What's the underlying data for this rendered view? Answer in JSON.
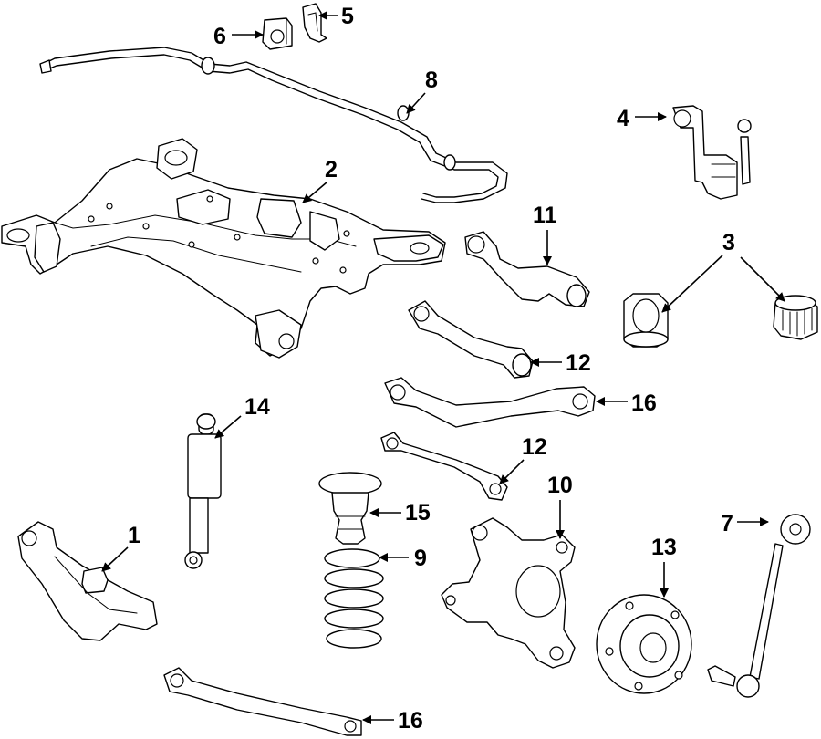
{
  "callouts": {
    "c1": "1",
    "c2": "2",
    "c3": "3",
    "c4": "4",
    "c5": "5",
    "c6": "6",
    "c7": "7",
    "c8": "8",
    "c9": "9",
    "c10": "10",
    "c11": "11",
    "c12a": "12",
    "c12b": "12",
    "c13": "13",
    "c14": "14",
    "c15": "15",
    "c16a": "16",
    "c16b": "16"
  },
  "colors": {
    "line": "#000000",
    "background": "#ffffff"
  }
}
